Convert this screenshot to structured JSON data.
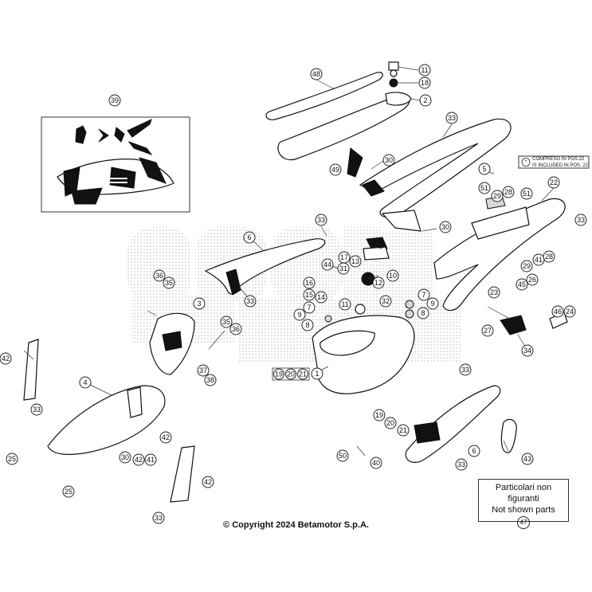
{
  "diagram": {
    "copyright": "© Copyright 2024 Betamotor S.p.A.",
    "note_box": {
      "line1": "COMPRESO IN POS.22",
      "line2": "IS INCLUDED IN POS. 22"
    },
    "not_shown": {
      "line1": "Particolari non figuranti",
      "line2": "Not shown parts",
      "number": "47"
    },
    "group_label": [
      "19",
      "20",
      "21"
    ],
    "callouts": [
      {
        "id": "c48",
        "n": "48"
      },
      {
        "id": "c11a",
        "n": "11"
      },
      {
        "id": "c18",
        "n": "18"
      },
      {
        "id": "c2",
        "n": "2"
      },
      {
        "id": "c39",
        "n": "39"
      },
      {
        "id": "c33a",
        "n": "33"
      },
      {
        "id": "c30a",
        "n": "30"
      },
      {
        "id": "c49",
        "n": "49"
      },
      {
        "id": "c5",
        "n": "5"
      },
      {
        "id": "c22",
        "n": "22"
      },
      {
        "id": "c51a",
        "n": "51"
      },
      {
        "id": "c29a",
        "n": "29"
      },
      {
        "id": "c28a",
        "n": "28"
      },
      {
        "id": "c51b",
        "n": "51"
      },
      {
        "id": "c33b",
        "n": "33"
      },
      {
        "id": "c30b",
        "n": "30"
      },
      {
        "id": "c33c",
        "n": "33"
      },
      {
        "id": "c6a",
        "n": "6"
      },
      {
        "id": "c44",
        "n": "44"
      },
      {
        "id": "c17",
        "n": "17"
      },
      {
        "id": "c13",
        "n": "13"
      },
      {
        "id": "c31",
        "n": "31"
      },
      {
        "id": "c10",
        "n": "10"
      },
      {
        "id": "c29b",
        "n": "29"
      },
      {
        "id": "c41a",
        "n": "41"
      },
      {
        "id": "c28b",
        "n": "28"
      },
      {
        "id": "c16",
        "n": "16"
      },
      {
        "id": "c12",
        "n": "12"
      },
      {
        "id": "c15",
        "n": "15"
      },
      {
        "id": "c14",
        "n": "14"
      },
      {
        "id": "c33d",
        "n": "33"
      },
      {
        "id": "c36a",
        "n": "36"
      },
      {
        "id": "c35a",
        "n": "35"
      },
      {
        "id": "c3",
        "n": "3"
      },
      {
        "id": "c7a",
        "n": "7"
      },
      {
        "id": "c9a",
        "n": "9"
      },
      {
        "id": "c8a",
        "n": "8"
      },
      {
        "id": "c11b",
        "n": "11"
      },
      {
        "id": "c32",
        "n": "32"
      },
      {
        "id": "c7b",
        "n": "7"
      },
      {
        "id": "c9b",
        "n": "9"
      },
      {
        "id": "c8b",
        "n": "8"
      },
      {
        "id": "c23",
        "n": "23"
      },
      {
        "id": "c45",
        "n": "45"
      },
      {
        "id": "c26",
        "n": "26"
      },
      {
        "id": "c46",
        "n": "46"
      },
      {
        "id": "c24",
        "n": "24"
      },
      {
        "id": "c27",
        "n": "27"
      },
      {
        "id": "c34",
        "n": "34"
      },
      {
        "id": "c35b",
        "n": "35"
      },
      {
        "id": "c36b",
        "n": "36"
      },
      {
        "id": "c42a",
        "n": "42"
      },
      {
        "id": "c37",
        "n": "37"
      },
      {
        "id": "c38",
        "n": "38"
      },
      {
        "id": "c1",
        "n": "1"
      },
      {
        "id": "c4",
        "n": "4"
      },
      {
        "id": "c33e",
        "n": "33"
      },
      {
        "id": "c33f",
        "n": "33"
      },
      {
        "id": "c19",
        "n": "19"
      },
      {
        "id": "c20",
        "n": "20"
      },
      {
        "id": "c21",
        "n": "21"
      },
      {
        "id": "c6b",
        "n": "6"
      },
      {
        "id": "c43",
        "n": "43"
      },
      {
        "id": "c42b",
        "n": "42"
      },
      {
        "id": "c30c",
        "n": "30"
      },
      {
        "id": "c42c",
        "n": "42"
      },
      {
        "id": "c41b",
        "n": "41"
      },
      {
        "id": "c25a",
        "n": "25"
      },
      {
        "id": "c50",
        "n": "50"
      },
      {
        "id": "c40",
        "n": "40"
      },
      {
        "id": "c33g",
        "n": "33"
      },
      {
        "id": "c42d",
        "n": "42"
      },
      {
        "id": "c25b",
        "n": "25"
      },
      {
        "id": "c33h",
        "n": "33"
      }
    ]
  }
}
